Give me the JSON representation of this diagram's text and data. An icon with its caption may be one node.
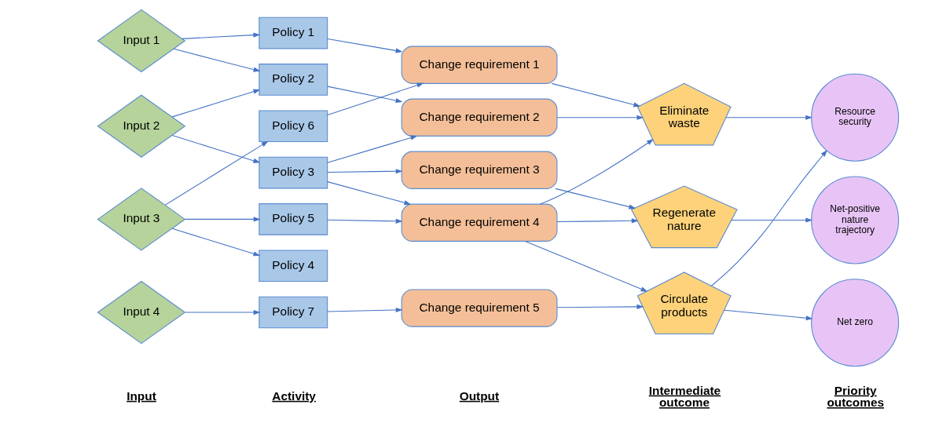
{
  "diagram": {
    "nodes": [
      {
        "text": [
          "Input 1"
        ]
      },
      {
        "text": [
          "Input 2"
        ]
      },
      {
        "text": [
          "Input 3"
        ]
      },
      {
        "text": [
          "Input 4"
        ]
      },
      {
        "text": [
          "Policy 1"
        ]
      },
      {
        "text": [
          "Policy 2"
        ]
      },
      {
        "text": [
          "Policy 3"
        ]
      },
      {
        "text": [
          "Policy 4"
        ]
      },
      {
        "text": [
          "Policy 5"
        ]
      },
      {
        "text": [
          "Policy 6"
        ]
      },
      {
        "text": [
          "Policy 7"
        ]
      },
      {
        "text": [
          "Change requirement 1"
        ]
      },
      {
        "text": [
          "Change requirement 2"
        ]
      },
      {
        "text": [
          "Change requirement 3"
        ]
      },
      {
        "text": [
          "Change requirement 4"
        ]
      },
      {
        "text": [
          "Change requirement 5"
        ]
      },
      {
        "text": [
          "Eliminate waste"
        ]
      },
      {
        "text": [
          "Regenerate nature"
        ]
      },
      {
        "text": [
          "Circulate products"
        ]
      },
      {
        "text": [
          "Resource security"
        ]
      },
      {
        "text": [
          "Net-positive nature trajectory"
        ]
      },
      {
        "text": [
          "Net zero"
        ]
      }
    ],
    "edges": [
      {
        "from": 0,
        "to": 4,
        "arrow": "to"
      },
      {
        "from": 0,
        "to": 5,
        "arrow": "to"
      },
      {
        "from": 1,
        "to": 5,
        "arrow": "to"
      },
      {
        "from": 1,
        "to": 6,
        "arrow": "to"
      },
      {
        "from": 2,
        "to": 7,
        "arrow": "to"
      },
      {
        "from": 2,
        "to": 8,
        "arrow": "to"
      },
      {
        "from": 2,
        "to": 9,
        "arrow": "to"
      },
      {
        "from": 3,
        "to": 10,
        "arrow": "to"
      },
      {
        "from": 4,
        "to": 11,
        "arrow": "to"
      },
      {
        "from": 5,
        "to": 12,
        "arrow": "to"
      },
      {
        "from": 6,
        "to": 12,
        "arrow": "to"
      },
      {
        "from": 6,
        "to": 13,
        "arrow": "to"
      },
      {
        "from": 6,
        "to": 14,
        "arrow": "to"
      },
      {
        "from": 8,
        "to": 14,
        "arrow": "to"
      },
      {
        "from": 9,
        "to": 11,
        "arrow": "to"
      },
      {
        "from": 10,
        "to": 15,
        "arrow": "to"
      },
      {
        "from": 11,
        "to": 16,
        "arrow": "to"
      },
      {
        "from": 12,
        "to": 16,
        "arrow": "to"
      },
      {
        "from": 13,
        "to": 17,
        "arrow": "to"
      },
      {
        "from": 14,
        "to": 16,
        "arrow": "to"
      },
      {
        "from": 14,
        "to": 17,
        "arrow": "to"
      },
      {
        "from": 14,
        "to": 18,
        "arrow": "to"
      },
      {
        "from": 15,
        "to": 18,
        "arrow": "to"
      },
      {
        "from": 16,
        "to": 19,
        "arrow": "to"
      },
      {
        "from": 17,
        "to": 20,
        "arrow": "to"
      },
      {
        "from": 18,
        "to": 19,
        "arrow": "to"
      },
      {
        "from": 18,
        "to": 21,
        "arrow": "to"
      }
    ],
    "labels": [
      "Input",
      "Activity",
      "Output",
      "Intermediate outcome",
      "Priority outcomes"
    ]
  }
}
